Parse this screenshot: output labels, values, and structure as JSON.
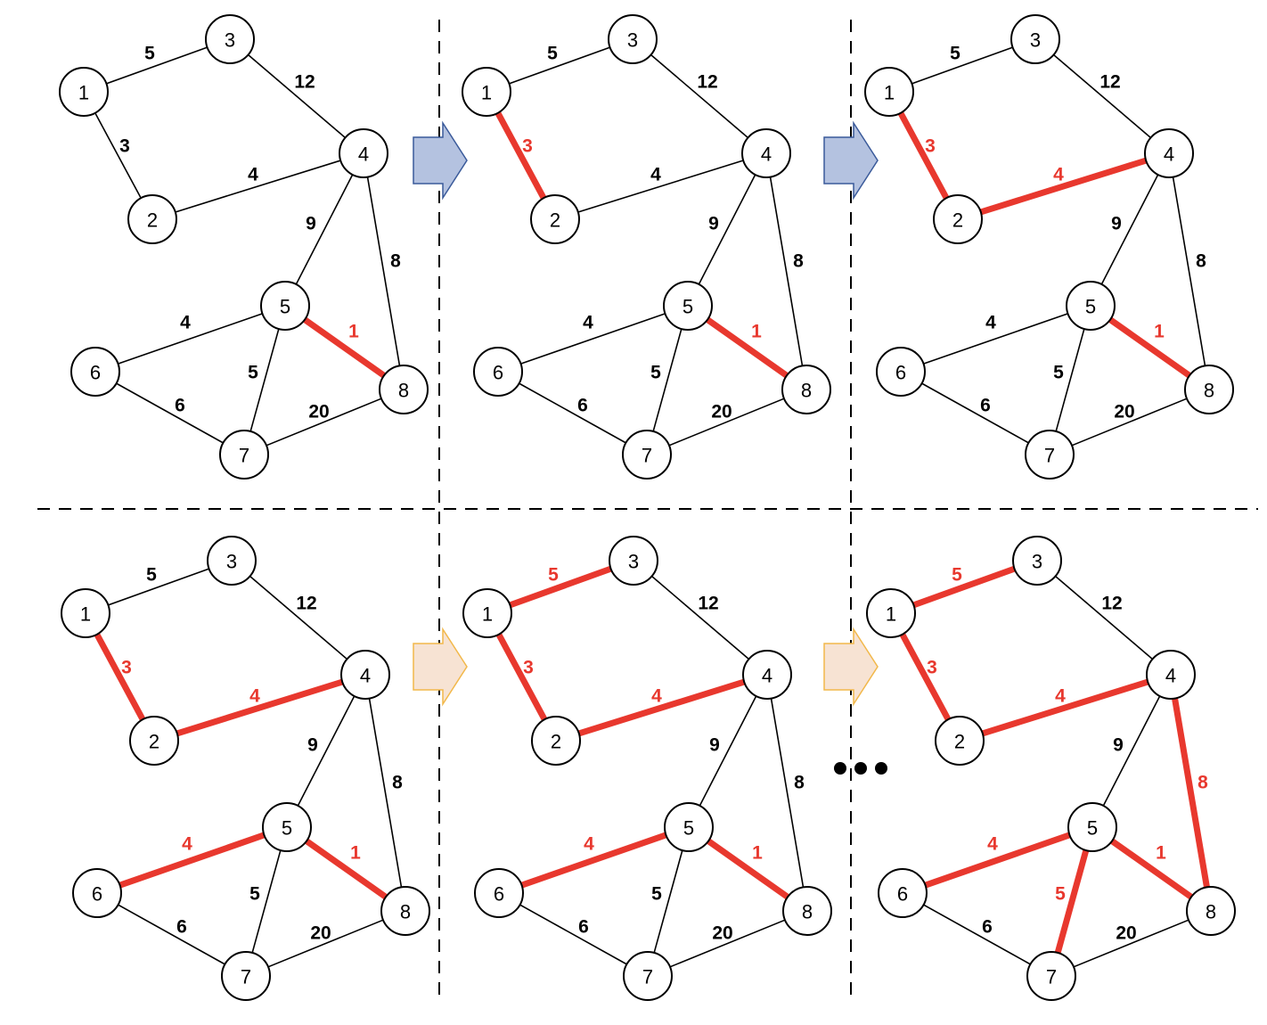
{
  "graph": {
    "nodes": [
      "1",
      "2",
      "3",
      "4",
      "5",
      "6",
      "7",
      "8"
    ],
    "edges": [
      {
        "a": "1",
        "b": "3",
        "w": "5"
      },
      {
        "a": "1",
        "b": "2",
        "w": "3"
      },
      {
        "a": "3",
        "b": "4",
        "w": "12"
      },
      {
        "a": "2",
        "b": "4",
        "w": "4"
      },
      {
        "a": "4",
        "b": "5",
        "w": "9"
      },
      {
        "a": "4",
        "b": "8",
        "w": "8"
      },
      {
        "a": "5",
        "b": "8",
        "w": "1"
      },
      {
        "a": "5",
        "b": "6",
        "w": "4"
      },
      {
        "a": "5",
        "b": "7",
        "w": "5"
      },
      {
        "a": "6",
        "b": "7",
        "w": "6"
      },
      {
        "a": "7",
        "b": "8",
        "w": "20"
      }
    ]
  },
  "steps": [
    {
      "selected": [
        "5-8"
      ]
    },
    {
      "selected": [
        "5-8",
        "1-2"
      ]
    },
    {
      "selected": [
        "5-8",
        "1-2",
        "2-4"
      ]
    },
    {
      "selected": [
        "5-8",
        "1-2",
        "2-4",
        "5-6"
      ]
    },
    {
      "selected": [
        "5-8",
        "1-2",
        "2-4",
        "5-6",
        "1-3"
      ]
    },
    {
      "selected": [
        "5-8",
        "1-2",
        "2-4",
        "5-6",
        "1-3",
        "5-7",
        "4-8"
      ]
    }
  ],
  "arrows": [
    {
      "style": "blue",
      "fill": "#b4c2e0",
      "stroke": "#3a5a9a"
    },
    {
      "style": "blue",
      "fill": "#b4c2e0",
      "stroke": "#3a5a9a"
    },
    {
      "style": "orange",
      "fill": "#f7e3d3",
      "stroke": "#f2b84a"
    },
    {
      "style": "orange",
      "fill": "#f7e3d3",
      "stroke": "#f2b84a"
    }
  ],
  "colors": {
    "highlight": "#e8382e",
    "normal": "#000000"
  },
  "continuation": "ellipsis"
}
